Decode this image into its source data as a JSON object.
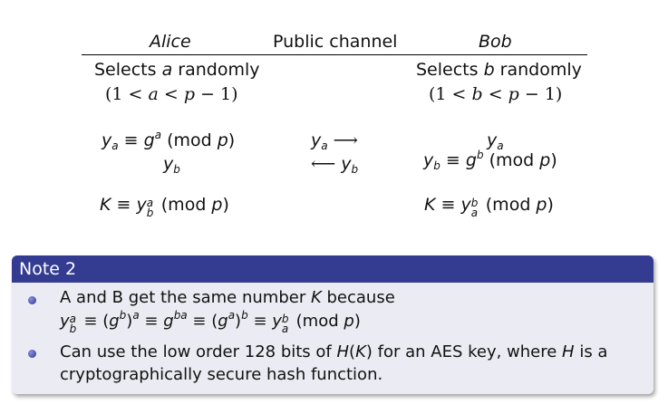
{
  "table": {
    "headers": {
      "alice": "Alice",
      "channel": "Public channel",
      "bob": "Bob"
    },
    "alice": {
      "select_line": "Selects a randomly",
      "range_line": "(1 < a < p − 1)",
      "ya_line": "yₐ ≡ gᵃ (mod p)",
      "yb_received": "yb",
      "key_line": "K ≡ yb^a (mod p)"
    },
    "channel": {
      "send_ya": "yₐ ⟶",
      "send_yb": "⟵ yb"
    },
    "bob": {
      "select_line": "Selects b randomly",
      "range_line": "(1 < b < p − 1)",
      "ya_received": "yₐ",
      "yb_line": "yb ≡ g^b (mod p)",
      "key_line": "K ≡ yₐ^b (mod p)"
    }
  },
  "note": {
    "title": "Note 2",
    "bullets": [
      {
        "line1": "A and B get the same number K because",
        "line2": "yb^a ≡ (g^b)^a ≡ g^ba ≡ (g^a)^b ≡ yₐ^b (mod p)"
      },
      {
        "line1": "Can use the low order 128 bits of H(K) for an AES key, where H is a",
        "line2": "cryptographically secure hash function."
      }
    ]
  }
}
